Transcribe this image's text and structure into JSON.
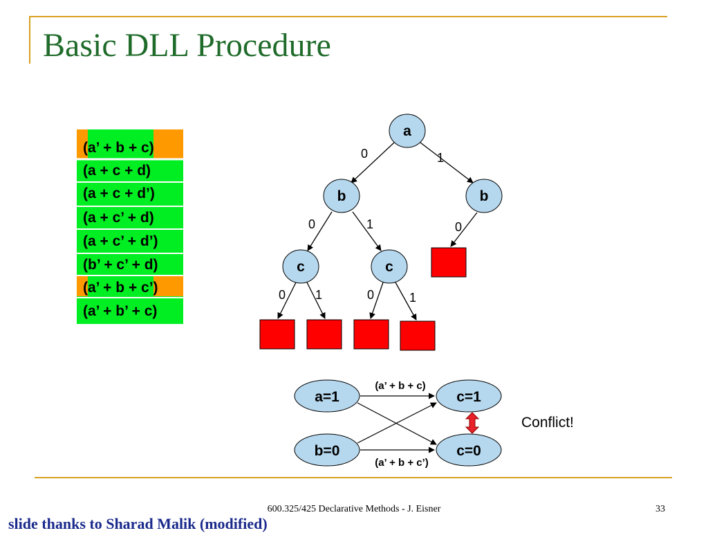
{
  "title": "Basic DLL Procedure",
  "clauses": [
    {
      "text": "(a’ + b + c)",
      "status": "conflict"
    },
    {
      "text": "(a + c + d)",
      "status": "ok"
    },
    {
      "text": "(a + c + d’)",
      "status": "ok"
    },
    {
      "text": "(a + c’ + d)",
      "status": "ok"
    },
    {
      "text": "(a + c’ + d’)",
      "status": "ok"
    },
    {
      "text": "(b’ + c’ + d)",
      "status": "ok"
    },
    {
      "text": "(a’ + b + c’)",
      "status": "conflict"
    },
    {
      "text": "(a’ + b’ + c)",
      "status": "ok"
    }
  ],
  "tree": {
    "nodes": {
      "root": "a",
      "left": "b",
      "right": "b",
      "left_left": "c",
      "left_right": "c"
    },
    "edges": {
      "root_left": "0",
      "root_right": "1",
      "left_left": "0",
      "left_right": "1",
      "right_down": "0",
      "ll_0": "0",
      "ll_1": "1",
      "lr_0": "0",
      "lr_1": "1"
    }
  },
  "implication": {
    "a1": "a=1",
    "b0": "b=0",
    "c1": "c=1",
    "c0": "c=0",
    "clause_top": "(a’ + b + c)",
    "clause_bottom": "(a’ + b + c’)",
    "conflict": "Conflict!"
  },
  "colors": {
    "green": "#00ee22",
    "orange": "#ff9900",
    "red": "#ff0000",
    "node": "#b6d8ee",
    "title": "#1f6b2a",
    "rule": "#d8a020"
  },
  "footer": {
    "course": "600.325/425 Declarative Methods - J. Eisner",
    "page": "33",
    "credit": "slide thanks to Sharad Malik (modified)"
  }
}
